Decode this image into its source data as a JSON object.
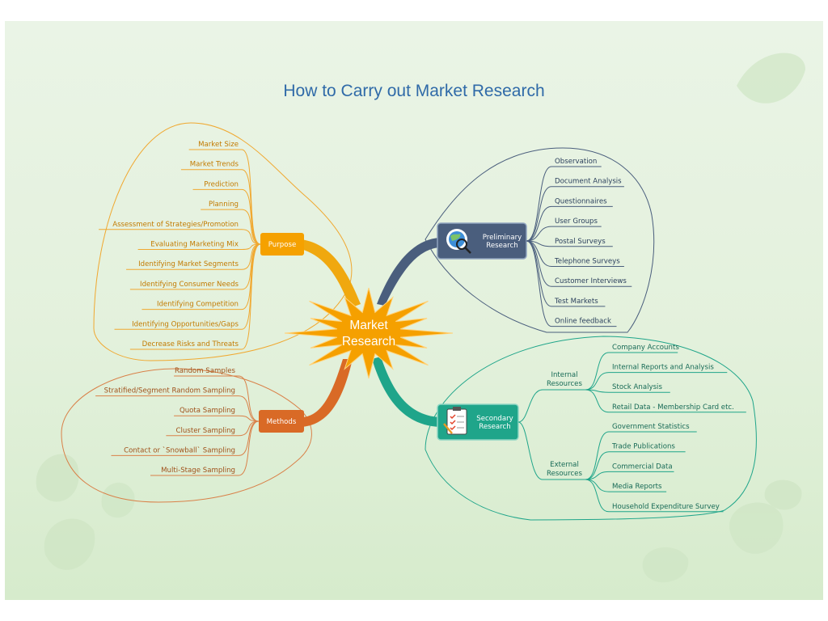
{
  "title": "How to Carry out Market Research",
  "center": {
    "line1": "Market",
    "line2": "Research"
  },
  "colors": {
    "purpose": "#f5a100",
    "methods": "#d96a26",
    "preliminary": "#4a5e7d",
    "secondary": "#1fa58a",
    "title": "#2f6aa8"
  },
  "purpose": {
    "label": "Purpose",
    "items": [
      "Market Size",
      "Market Trends",
      "Prediction",
      "Planning",
      "Assessment of Strategies/Promotion",
      "Evaluating Marketing Mix",
      "Identifying Market Segments",
      "Identifying Consumer Needs",
      "Identifying Competition",
      "Identifying Opportunities/Gaps",
      "Decrease Risks and Threats"
    ]
  },
  "methods": {
    "label": "Methods",
    "items": [
      "Random Samples",
      "Stratified/Segment Random Sampling",
      "Quota Sampling",
      "Cluster Sampling",
      "Contact or `Snowball` Sampling",
      "Multi-Stage Sampling"
    ]
  },
  "preliminary": {
    "line1": "Preliminary",
    "line2": "Research",
    "icon": "globe-magnifier-icon",
    "items": [
      "Observation",
      "Document Analysis",
      "Questionnaires",
      "User Groups",
      "Postal Surveys",
      "Telephone Surveys",
      "Customer Interviews",
      "Test Markets",
      "Online feedback"
    ]
  },
  "secondary": {
    "line1": "Secondary",
    "line2": "Research",
    "icon": "checklist-clipboard-icon",
    "internal": {
      "line1": "Internal",
      "line2": "Resources",
      "items": [
        "Company Accounts",
        "Internal Reports and Analysis",
        "Stock Analysis",
        "Retail Data - Membership Card etc."
      ]
    },
    "external": {
      "line1": "External",
      "line2": "Resources",
      "items": [
        "Government Statistics",
        "Trade Publications",
        "Commercial Data",
        "Media Reports",
        "Household Expenditure Survey"
      ]
    }
  }
}
